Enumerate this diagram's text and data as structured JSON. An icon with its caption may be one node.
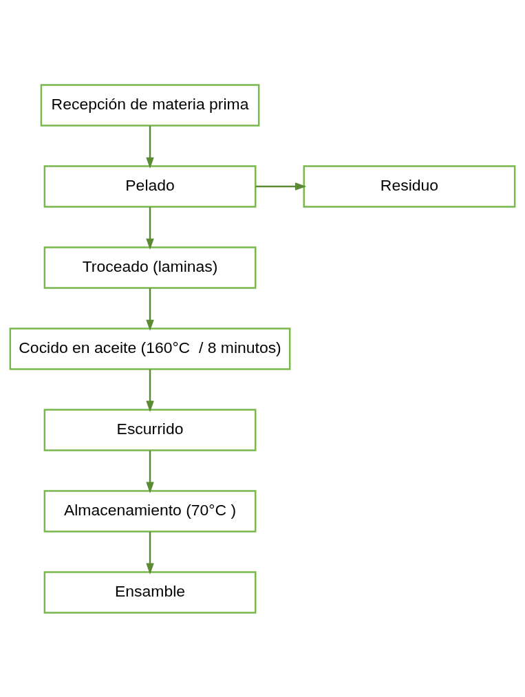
{
  "diagram": {
    "nodes": [
      {
        "text": [
          "Recepción de materia prima"
        ]
      },
      {
        "text": [
          "Pelado"
        ]
      },
      {
        "text": [
          "Residuo"
        ]
      },
      {
        "text": [
          "Troceado (laminas)"
        ]
      },
      {
        "text": [
          "Cocido en aceite (160°C  / 8 minutos)"
        ]
      },
      {
        "text": [
          "Escurrido"
        ]
      },
      {
        "text": [
          "Almacenamiento (70°C )"
        ]
      },
      {
        "text": [
          "Ensamble"
        ]
      }
    ],
    "edges": [
      {
        "from": 0,
        "to": 1,
        "arrow": "to"
      },
      {
        "from": 1,
        "to": 2,
        "arrow": "to"
      },
      {
        "from": 1,
        "to": 3,
        "arrow": "to"
      },
      {
        "from": 3,
        "to": 4,
        "arrow": "to"
      },
      {
        "from": 4,
        "to": 5,
        "arrow": "to"
      },
      {
        "from": 5,
        "to": 6,
        "arrow": "to"
      },
      {
        "from": 6,
        "to": 7,
        "arrow": "to"
      }
    ]
  }
}
